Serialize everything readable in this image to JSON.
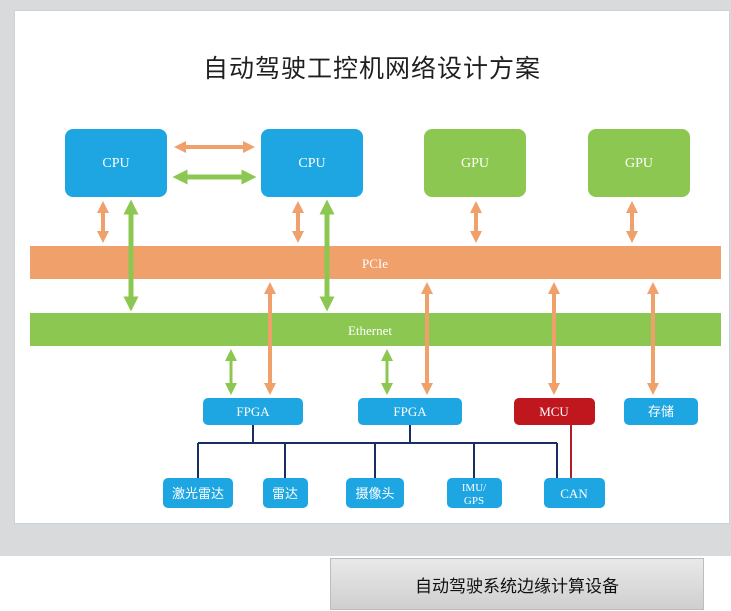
{
  "slide": {
    "title": "自动驾驶工控机网络设计方案"
  },
  "nodes": {
    "cpu1": "CPU",
    "cpu2": "CPU",
    "gpu1": "GPU",
    "gpu2": "GPU",
    "fpga1": "FPGA",
    "fpga2": "FPGA",
    "mcu": "MCU",
    "storage": "存储",
    "lidar": "激光雷达",
    "radar": "雷达",
    "camera": "摄像头",
    "imu_gps_line1": "IMU/",
    "imu_gps_line2": "GPS",
    "can": "CAN"
  },
  "buses": {
    "pcie": "PCIe",
    "ethernet": "Ethernet"
  },
  "caption": "自动驾驶系统边缘计算设备",
  "colors": {
    "cpu_blue": "#1da6e2",
    "gpu_green": "#8cc751",
    "orange": "#f0a06a",
    "mcu_red": "#c0171f",
    "navy_line": "#1a2e66",
    "red_line": "#b01f24"
  }
}
